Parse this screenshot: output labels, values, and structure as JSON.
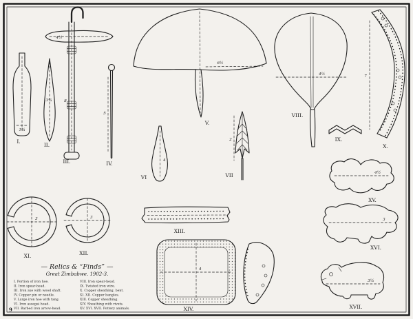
{
  "colors": {
    "ink": "#1f1f1f",
    "paper": "#f3f1ed"
  },
  "plate": {
    "page_marker": "9",
    "title": "— Relics & “Finds” —",
    "subtitle": "Great Zimbabwe.  1902-3.",
    "items": {
      "I": {
        "label": "I.",
        "measure": "1¾"
      },
      "II": {
        "label": "II.",
        "measure": "3¼"
      },
      "III": {
        "label": "III.",
        "measure_head": "4½",
        "measure_shaft": "8"
      },
      "IV": {
        "label": "IV.",
        "measure": "5"
      },
      "V": {
        "label": "V.",
        "measure": "6½"
      },
      "VI": {
        "label": "VI",
        "measure": "4"
      },
      "VII": {
        "label": "VII",
        "measure": "2"
      },
      "VIII": {
        "label": "VIII.",
        "measure": "4½"
      },
      "IX": {
        "label": "IX."
      },
      "X": {
        "label": "X.",
        "measure": "7"
      },
      "XI": {
        "label": "XI.",
        "measure": "3"
      },
      "XII": {
        "label": "XII.",
        "measure": "3"
      },
      "XIII": {
        "label": "XIII."
      },
      "XIV": {
        "label": "XIV.",
        "measure": "4"
      },
      "XV": {
        "label": "XV.",
        "measure": "4½"
      },
      "XVI": {
        "label": "XVI.",
        "measure": "3"
      },
      "XVII": {
        "label": "XVII.",
        "measure": "3¼"
      }
    },
    "legend": {
      "col1": [
        "I. Portion of iron hoe.",
        "II. Iron spear-head.",
        "III. Iron axe with wood shaft.",
        "IV. Copper pin or needle.",
        "V. Large iron hoe with tang.",
        "VI. Iron assegai head.",
        "VII. Barbed iron arrow-head."
      ],
      "col2": [
        "VIII. Iron spear-head.",
        "IX. Twisted iron wire.",
        "X. Copper sheathing, bent.",
        "XI. XII. Copper bangles.",
        "XIII. Copper sheathing.",
        "XIV. Sheathing with rivets.",
        "XV. XVI. XVII. Pottery animals."
      ]
    }
  }
}
